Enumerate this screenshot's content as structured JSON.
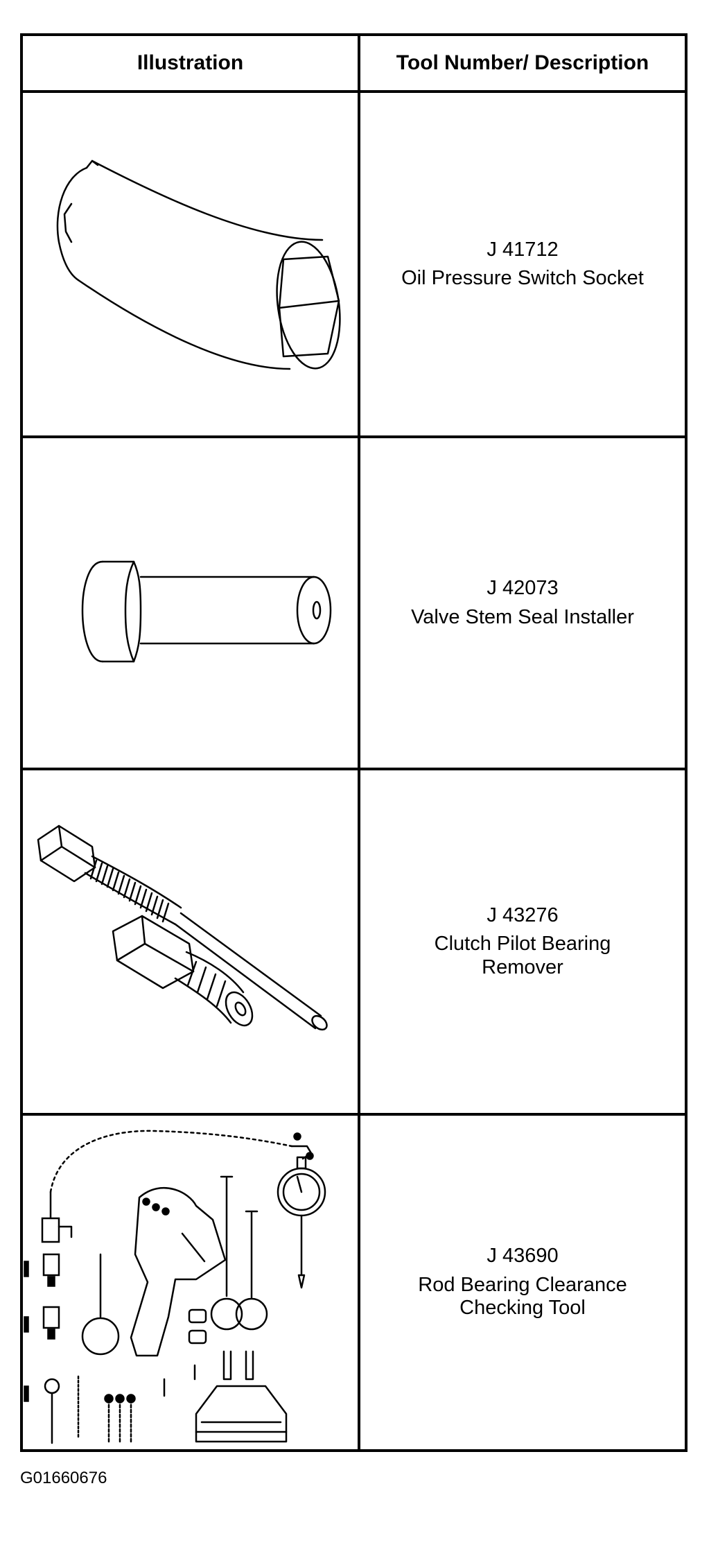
{
  "table": {
    "header": {
      "illustration": "Illustration",
      "tool": "Tool Number/ Description"
    },
    "rows": [
      {
        "number": "J 41712",
        "description": [
          "Oil Pressure Switch Socket"
        ],
        "icon": "oil-pressure-switch-socket-icon"
      },
      {
        "number": "J 42073",
        "description": [
          "Valve Stem Seal Installer"
        ],
        "icon": "valve-stem-seal-installer-icon"
      },
      {
        "number": "J 43276",
        "description": [
          "Clutch Pilot Bearing",
          "Remover"
        ],
        "icon": "clutch-pilot-bearing-remover-icon"
      },
      {
        "number": "J 43690",
        "description": [
          "Rod Bearing Clearance",
          "Checking Tool"
        ],
        "icon": "rod-bearing-clearance-tool-icon"
      }
    ]
  },
  "figure_code": "G01660676"
}
